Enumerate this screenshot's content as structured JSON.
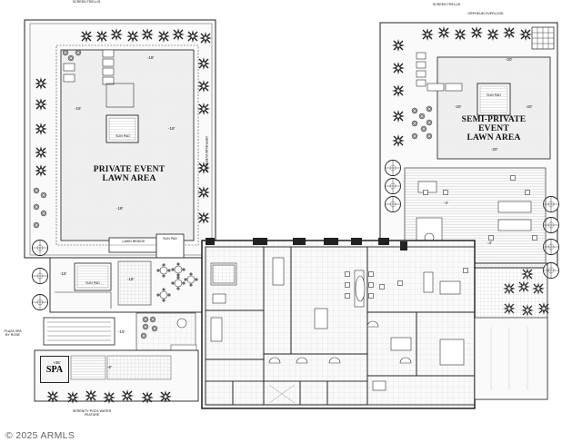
{
  "labels": {
    "private_event_lawn_line1": "PRIVATE EVENT",
    "private_event_lawn_line2": "LAWN AREA",
    "semi_private_line1": "SEMI-PRIVATE",
    "semi_private_line2": "EVENT",
    "semi_private_line3": "LAWN AREA",
    "spa": "SPA",
    "sun_pad": "SUN PAD",
    "lawn_bridge": "LAWN BRIDGE",
    "screen_trellis_left": "SCREEN TRELLIS",
    "screen_trellis_right": "SCREEN TRELLIS",
    "orpheum_overlook_top": "ORPHEUM OVERLOOK",
    "orpheum_overlook_side": "ORPHEUM OVERLOOK",
    "water_feature_note": "SERENITY POOL WATER FEATURE",
    "spa_side_note": "PLAZA SPA BY ROSE",
    "copyright": "© 2025 ARMLS"
  },
  "dimensions": {
    "d18": "-18'",
    "d15": "-15'",
    "d6": "-6'",
    "d20": "-20'",
    "d36": "+36'",
    "d4": "-4'"
  }
}
